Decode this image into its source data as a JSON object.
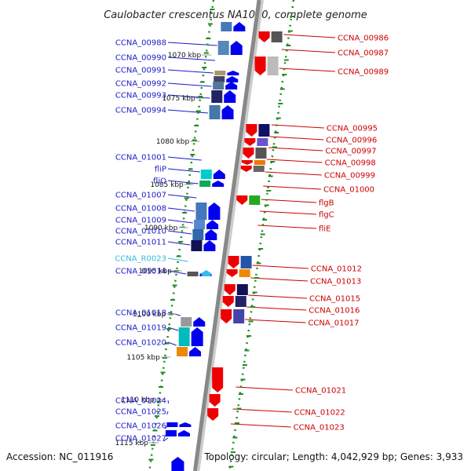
{
  "title": "Caulobacter crescentus NA1000, complete genome",
  "footer": {
    "accession": "Accession: NC_011916",
    "topology": "Topology: circular; Length: 4,042,929 bp; Genes: 3,933"
  },
  "colors": {
    "forward_label": "#1a1ac8",
    "reverse_label": "#cc0000",
    "rna_label": "#33bbdd",
    "forward_arrow": "#0000ee",
    "reverse_arrow": "#ee0000",
    "rna_arrow": "#33bbee",
    "backbone": "#888888",
    "tick": "#228b22"
  },
  "ticks": [
    "1070 kbp",
    "1075 kbp",
    "1080 kbp",
    "1085 kbp",
    "1090 kbp",
    "1095 kbp",
    "1100 kbp",
    "1105 kbp",
    "1110 kbp",
    "1115 kbp"
  ],
  "genes_left": [
    "CCNA_00988",
    "CCNA_00990",
    "CCNA_00991",
    "CCNA_00992",
    "CCNA_00993",
    "CCNA_00994",
    "CCNA_01001",
    "fliP",
    "fliO",
    "CCNA_01007",
    "CCNA_01008",
    "CCNA_01009",
    "CCNA_01010",
    "CCNA_01011",
    "CCNA_R0023",
    "CCNA_01014",
    "CCNA_01018",
    "CCNA_01019",
    "CCNA_01020",
    "CCNA_01024",
    "CCNA_01025",
    "CCNA_01026",
    "CCNA_01027"
  ],
  "genes_right": [
    "CCNA_00986",
    "CCNA_00987",
    "CCNA_00989",
    "CCNA_00995",
    "CCNA_00996",
    "CCNA_00997",
    "CCNA_00998",
    "CCNA_00999",
    "CCNA_01000",
    "flgB",
    "flgC",
    "fliE",
    "CCNA_01012",
    "CCNA_01013",
    "CCNA_01015",
    "CCNA_01016",
    "CCNA_01017",
    "CCNA_01021",
    "CCNA_01022",
    "CCNA_01023"
  ]
}
